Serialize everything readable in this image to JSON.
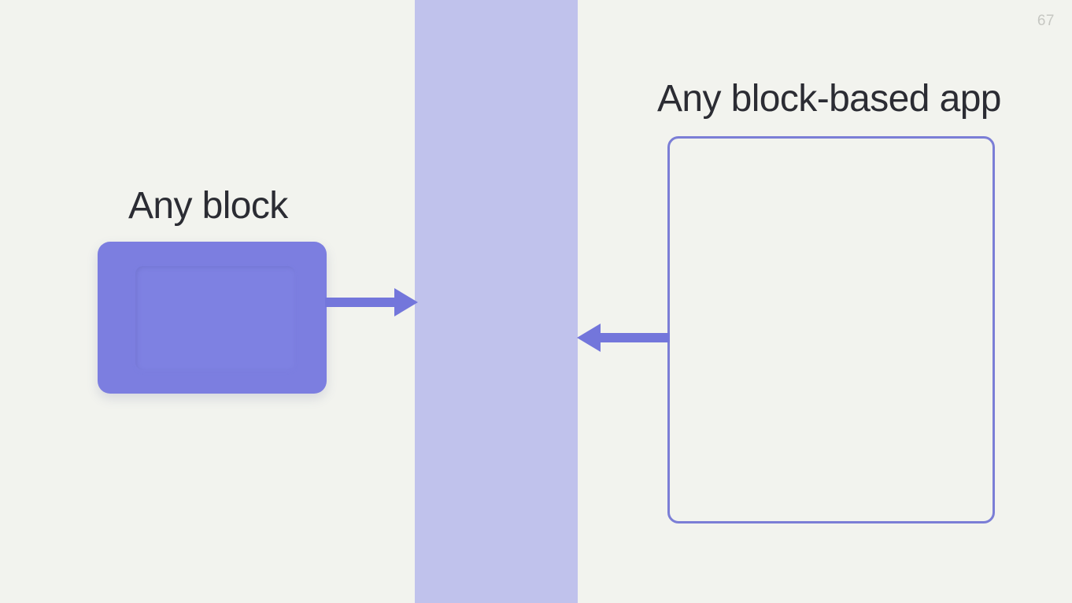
{
  "slide": {
    "page_number": "67",
    "background_color": "#f2f3ee",
    "accent_color": "#7c7ee0",
    "band_color": "#c0c2ec",
    "outline_color": "#7b7ed6",
    "text_color": "#2b2c33"
  },
  "left": {
    "heading": "Any block",
    "block_label": ""
  },
  "center": {
    "band_label": ""
  },
  "right": {
    "heading": "Any block-based app",
    "frame_label": ""
  },
  "arrows": [
    {
      "name": "arrow-block-to-band",
      "direction": "right"
    },
    {
      "name": "arrow-app-to-band",
      "direction": "left"
    }
  ]
}
